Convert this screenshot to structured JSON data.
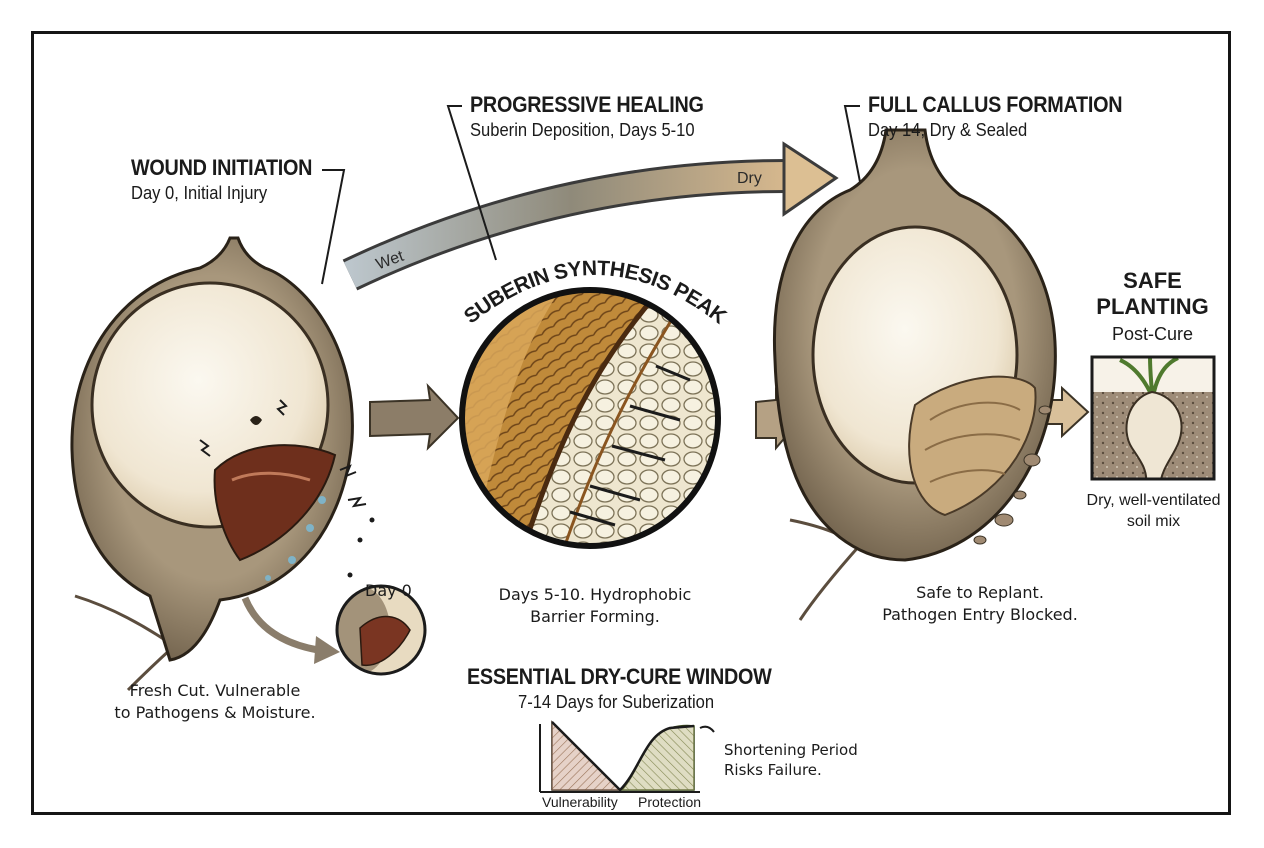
{
  "stage1": {
    "title": "WOUND INITIATION",
    "subtitle": "Day 0, Initial Injury",
    "caption_line1": "Fresh Cut. Vulnerable",
    "caption_line2": "to Pathogens & Moisture.",
    "inset_label": "Day 0"
  },
  "stage2": {
    "title": "PROGRESSIVE HEALING",
    "subtitle": "Suberin Deposition, Days 5-10",
    "arc_label": "SUBERIN SYNTHESIS PEAK",
    "caption_line1": "Days 5-10. Hydrophobic",
    "caption_line2": "Barrier Forming."
  },
  "stage3": {
    "title": "FULL CALLUS FORMATION",
    "subtitle": "Day 14, Dry & Sealed",
    "caption_line1": "Safe to Replant.",
    "caption_line2": "Pathogen Entry Blocked."
  },
  "stage4": {
    "title_line1": "SAFE",
    "title_line2": "PLANTING",
    "subtitle": "Post-Cure",
    "caption_line1": "Dry, well-ventilated",
    "caption_line2": "soil mix"
  },
  "moisture_arrow": {
    "start_label": "Wet",
    "end_label": "Dry"
  },
  "window": {
    "title": "ESSENTIAL DRY-CURE WINDOW",
    "subtitle": "7-14 Days for Suberization",
    "label_left": "Vulnerability",
    "label_right": "Protection",
    "note_line1": "Shortening Period",
    "note_line2": "Risks Failure."
  },
  "colors": {
    "tuber_skin": "#8b7b64",
    "tuber_flesh": "#f3ebdb",
    "wound": "#6e2f1c",
    "suberin": "#b07a2e",
    "callus": "#c9ab7e",
    "arrow": "#9b8a72",
    "ink": "#1b1b1b"
  }
}
